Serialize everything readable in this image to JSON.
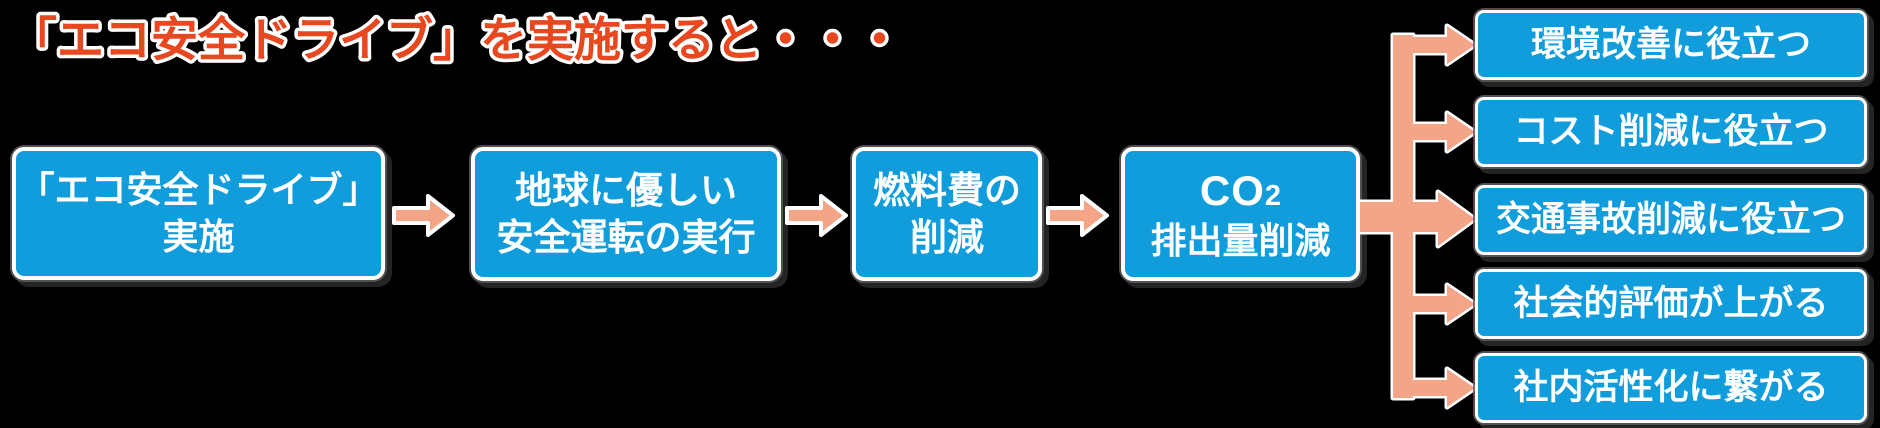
{
  "title": "「エコ安全ドライブ」を実施すると・・・",
  "flow": {
    "boxes": [
      {
        "lines": [
          "「エコ安全ドライブ」",
          "実施"
        ]
      },
      {
        "lines": [
          "地球に優しい",
          "安全運転の実行"
        ]
      },
      {
        "lines": [
          "燃料費の",
          "削減"
        ]
      },
      {
        "co2": {
          "main": "CO",
          "sub": "2"
        },
        "line2": "排出量削減"
      }
    ],
    "arrow_icon": "block-arrow-right"
  },
  "outcomes": [
    {
      "label": "環境改善に役立つ"
    },
    {
      "label": "コスト削減に役立つ"
    },
    {
      "label": "交通事故削減に役立つ"
    },
    {
      "label": "社会的評価が上がる"
    },
    {
      "label": "社内活性化に繋がる"
    }
  ],
  "colors": {
    "background": "#000000",
    "box_blue": "#119CDB",
    "box_border": "#FFFFFF",
    "text": "#FFFFFF",
    "arrow_salmon": "#F4A588",
    "title_red": "#E8481F",
    "title_outline": "#FFFFFF"
  }
}
